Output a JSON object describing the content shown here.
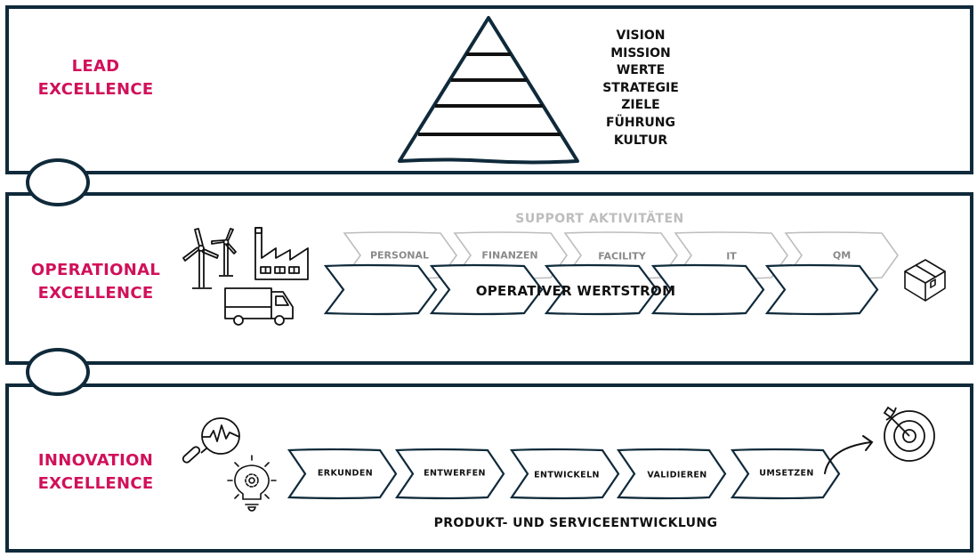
{
  "colors": {
    "frame": "#0f2a3a",
    "section_title": "#d1105a",
    "support": "#bdbdbd",
    "support_text": "#8a8a8a",
    "text": "#111111"
  },
  "sections": {
    "lead": {
      "title_line1": "LEAD",
      "title_line2": "EXCELLENCE",
      "pyramid_icon": "pyramid-icon",
      "pyramid_levels": [
        "VISION",
        "MISSION",
        "WERTE",
        "STRATEGIE",
        "ZIELE",
        "FÜHRUNG",
        "KULTUR"
      ]
    },
    "operational": {
      "title_line1": "OPERATIONAL",
      "title_line2": "EXCELLENCE",
      "support_title": "SUPPORT AKTIVITÄTEN",
      "support_activities": [
        "PERSONAL",
        "FINANZEN",
        "FACILITY",
        "IT",
        "QM"
      ],
      "value_stream_label": "OPERATIVER WERTSTROM",
      "icons": [
        "wind-turbine-icon",
        "factory-icon",
        "truck-icon",
        "package-box-icon"
      ]
    },
    "innovation": {
      "title_line1": "INNOVATION",
      "title_line2": "EXCELLENCE",
      "steps": [
        "ERKUNDEN",
        "ENTWERFEN",
        "ENTWICKELN",
        "VALIDIEREN",
        "UMSETZEN"
      ],
      "subtitle": "PRODUKT- UND SERVICEENTWICKLUNG",
      "icons": [
        "magnifier-pulse-icon",
        "lightbulb-gear-icon",
        "arrow-curve-icon",
        "target-arrow-icon"
      ]
    }
  }
}
